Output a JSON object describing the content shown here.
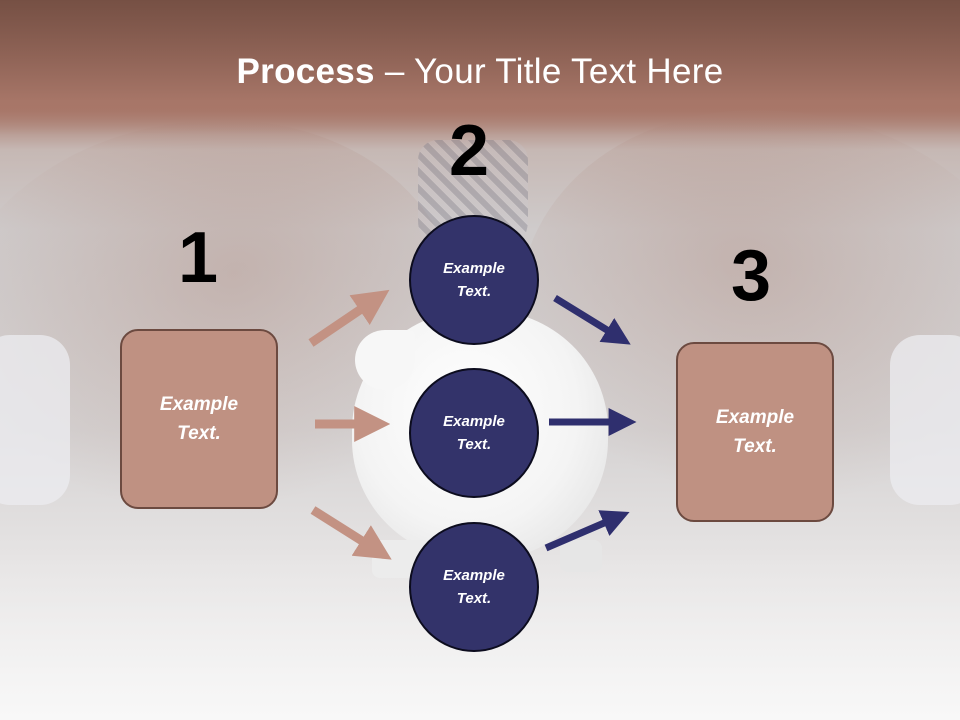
{
  "slide": {
    "title_bold": "Process",
    "title_rest": " – Your Title Text Here",
    "steps": [
      {
        "number": "1",
        "text_line1": "Example",
        "text_line2": "Text."
      },
      {
        "number": "2"
      },
      {
        "number": "3",
        "text_line1": "Example",
        "text_line2": "Text."
      }
    ],
    "circles": [
      {
        "line1": "Example",
        "line2": "Text."
      },
      {
        "line1": "Example",
        "line2": "Text."
      },
      {
        "line1": "Example",
        "line2": "Text."
      }
    ],
    "colors": {
      "box_fill": "#bf9182",
      "box_border": "#6c4a40",
      "circle_fill": "#33336a",
      "arrow_left": "#c39283",
      "arrow_right": "#2f2f6e"
    }
  }
}
